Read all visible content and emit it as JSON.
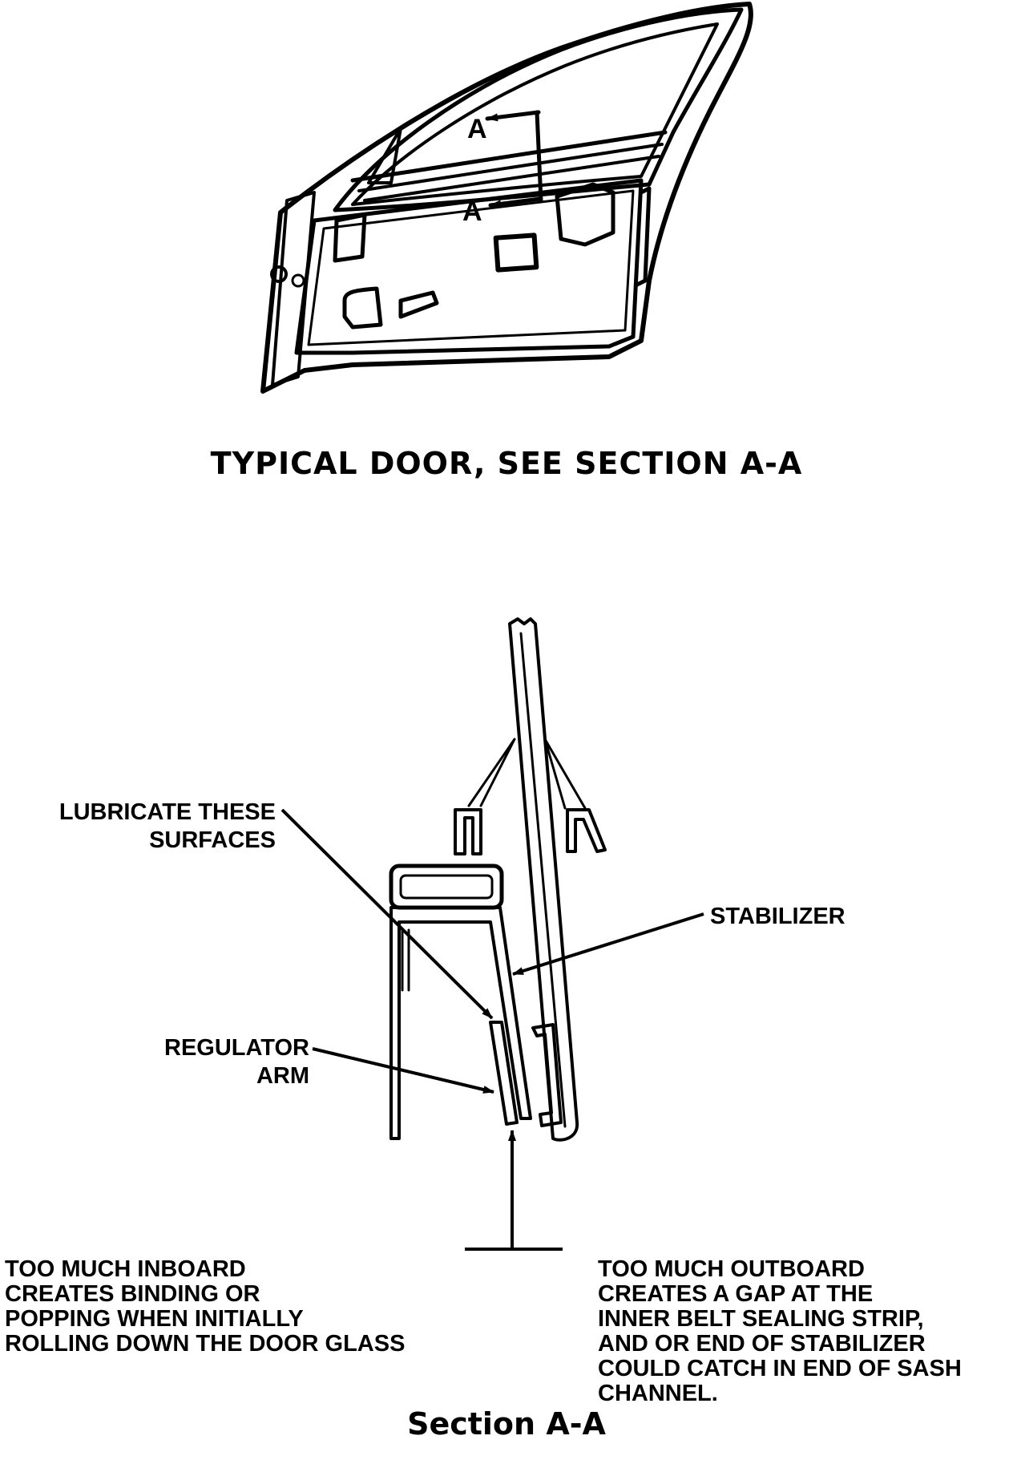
{
  "figure": {
    "door": {
      "section_marker_top": "A",
      "section_marker_bottom": "A",
      "caption": "TYPICAL DOOR, SEE SECTION A-A"
    },
    "section": {
      "label_lubricate": "LUBRICATE THESE\nSURFACES",
      "label_stabilizer": "STABILIZER",
      "label_regulator_arm": "REGULATOR\nARM",
      "note_inboard": "TOO MUCH INBOARD\nCREATES BINDING OR\nPOPPING WHEN INITIALLY\nROLLING DOWN THE DOOR GLASS",
      "note_outboard": "TOO MUCH OUTBOARD\nCREATES A GAP AT THE\nINNER BELT SEALING STRIP,\nAND OR END OF STABILIZER\nCOULD CATCH IN END OF SASH\nCHANNEL.",
      "caption": "Section A-A"
    }
  },
  "colors": {
    "ink": "#000000",
    "paper": "#ffffff"
  }
}
